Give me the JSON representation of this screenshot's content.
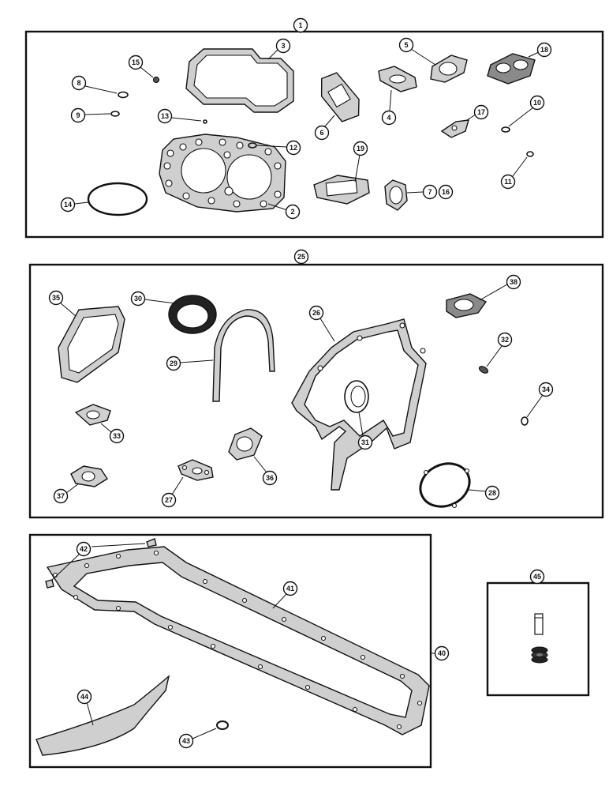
{
  "callouts": {
    "kit1": "1",
    "kit25": "25",
    "kit40": "40",
    "kit45": "45",
    "p2": "2",
    "p3": "3",
    "p4": "4",
    "p5": "5",
    "p6": "6",
    "p7": "7",
    "p8": "8",
    "p9": "9",
    "p10": "10",
    "p11": "11",
    "p12": "12",
    "p13": "13",
    "p14": "14",
    "p15": "15",
    "p16": "16",
    "p17": "17",
    "p18": "18",
    "p19": "19",
    "p26": "26",
    "p27": "27",
    "p28": "28",
    "p29": "29",
    "p30": "30",
    "p31": "31",
    "p32": "32",
    "p33": "33",
    "p34": "34",
    "p35": "35",
    "p36": "36",
    "p37": "37",
    "p38": "38",
    "p41": "41",
    "p42": "42",
    "p43": "43",
    "p44": "44"
  }
}
